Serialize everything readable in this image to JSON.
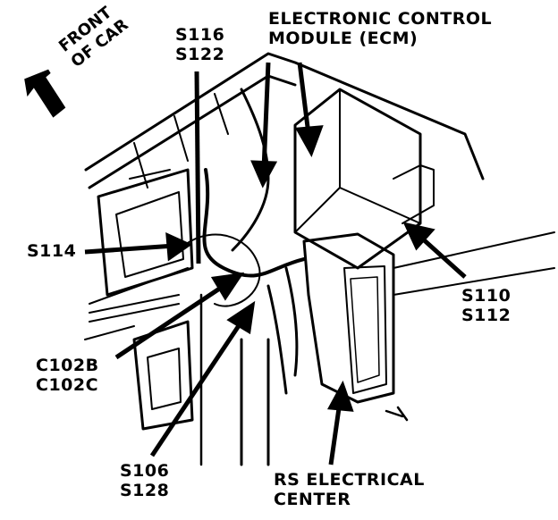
{
  "front_of_car": {
    "line1": "FRONT",
    "line2": "OF CAR"
  },
  "labels": {
    "ecm": {
      "line1": "ELECTRONIC CONTROL",
      "line2": "MODULE (ECM)"
    },
    "s116_s122": {
      "line1": "S116",
      "line2": "S122"
    },
    "s114": "S114",
    "s110_s112": {
      "line1": "S110",
      "line2": "S112"
    },
    "c102": {
      "line1": "C102B",
      "line2": "C102C"
    },
    "s106_s128": {
      "line1": "S106",
      "line2": "S128"
    },
    "rs_center": {
      "line1": "RS ELECTRICAL",
      "line2": "CENTER"
    }
  },
  "colors": {
    "ink": "#000000",
    "paper": "#ffffff"
  }
}
